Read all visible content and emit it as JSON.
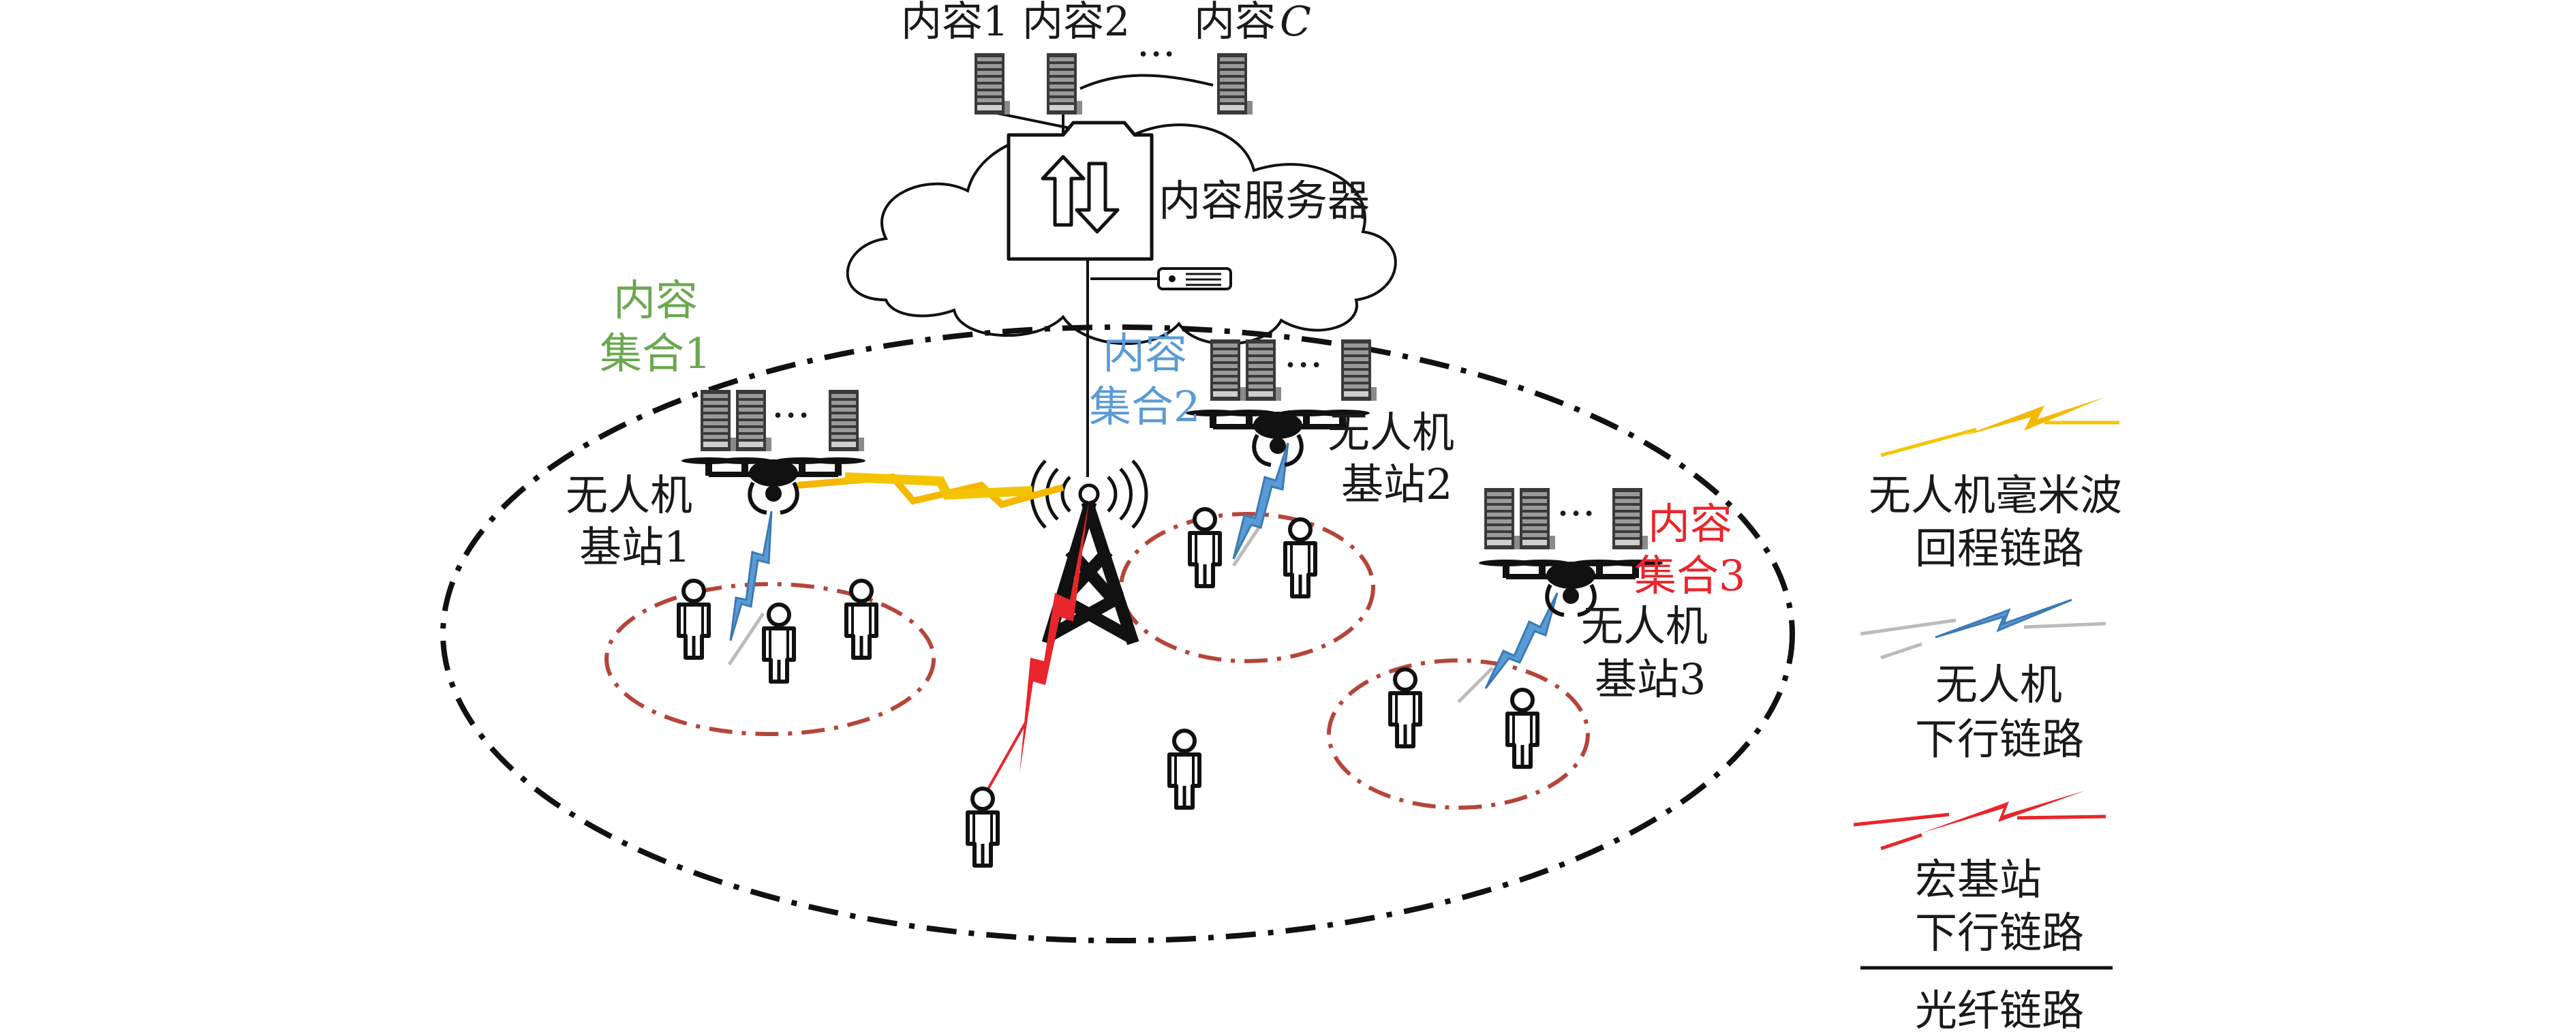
{
  "top_labels": {
    "content1": "内容1",
    "content2": "内容2",
    "dots": "···",
    "contentC": "内容",
    "contentC_var": "C"
  },
  "server_label": "内容服务器",
  "sets": {
    "set1": {
      "line1": "内容",
      "line2": "集合1",
      "color": "#6aa84f"
    },
    "set2": {
      "line1": "内容",
      "line2": "集合2",
      "color": "#5b9bd5"
    },
    "set3": {
      "line1": "内容",
      "line2": "集合3",
      "color": "#e8262b"
    }
  },
  "uavs": {
    "uav1": {
      "line1": "无人机",
      "line2": "基站1"
    },
    "uav2": {
      "line1": "无人机",
      "line2": "基站2"
    },
    "uav3": {
      "line1": "无人机",
      "line2": "基站3"
    }
  },
  "cache_dots": "···",
  "legend": {
    "mmwave": {
      "line1": "无人机毫米波",
      "line2": "回程链路",
      "color": "#f5b800"
    },
    "uav_down": {
      "line1": "无人机",
      "line2": "下行链路",
      "color": "#5b9bd5"
    },
    "macro_down": {
      "line1": "宏基站",
      "line2": "下行链路",
      "color": "#e8262b"
    },
    "fiber": {
      "label": "光纤链路"
    }
  },
  "colors": {
    "cluster": "#b5453a",
    "line": "#111111"
  }
}
